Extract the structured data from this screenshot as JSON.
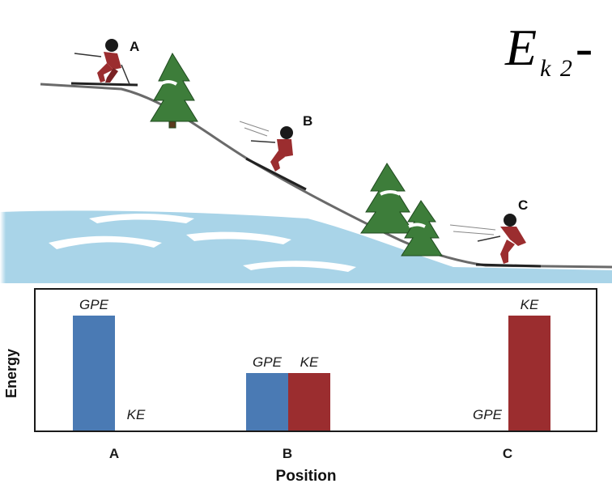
{
  "formula": {
    "symbol": "E",
    "subscript": "k 2",
    "trail": "-"
  },
  "scene": {
    "skiers": [
      {
        "label": "A"
      },
      {
        "label": "B"
      },
      {
        "label": "C"
      }
    ]
  },
  "colors": {
    "gpe": "#4a7ab4",
    "ke": "#9b2d2f",
    "snow_shadow": "#a9d4e8",
    "slope_line": "#6a6a6a",
    "tree": "#3d7d3a"
  },
  "chart_data": {
    "type": "bar",
    "categories": [
      "A",
      "B",
      "C"
    ],
    "series": [
      {
        "name": "GPE",
        "values": [
          100,
          50,
          0
        ]
      },
      {
        "name": "KE",
        "values": [
          0,
          50,
          100
        ]
      }
    ],
    "xlabel": "Position",
    "ylabel": "Energy",
    "ylim": [
      0,
      100
    ]
  }
}
